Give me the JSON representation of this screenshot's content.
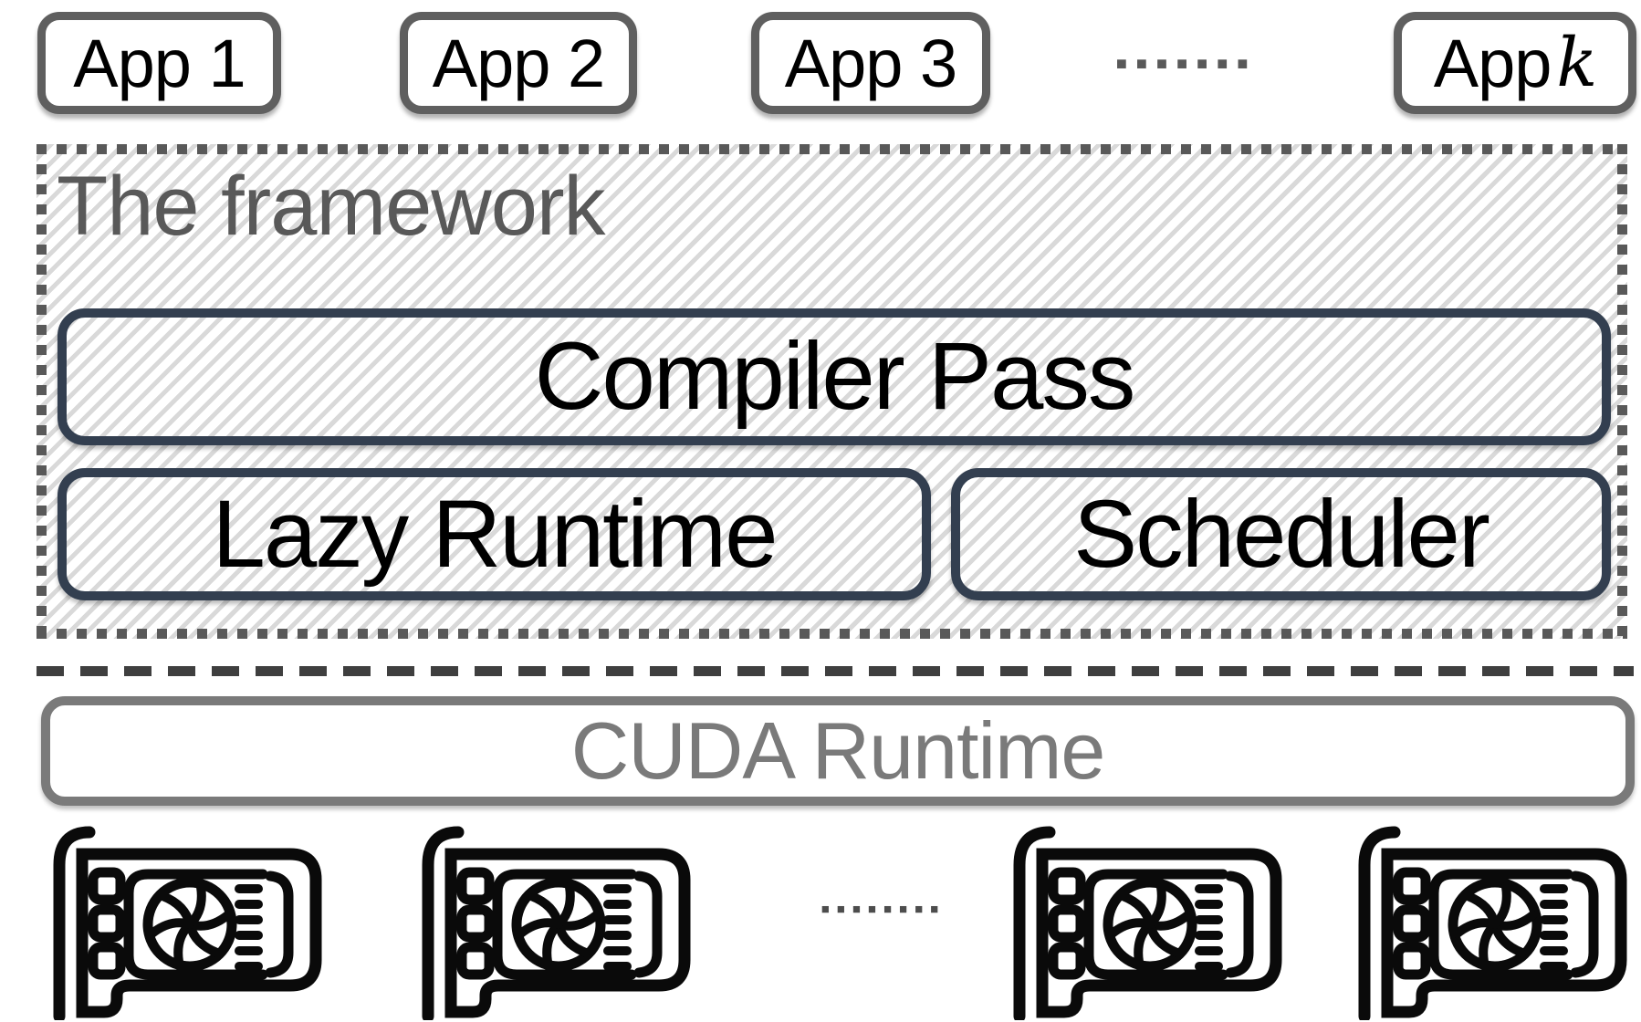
{
  "apps": {
    "items": [
      "App 1",
      "App 2",
      "App 3"
    ],
    "app_k_prefix": "App",
    "app_k_suffix": "k",
    "ellipsis": "■■■■■■■"
  },
  "framework": {
    "label": "The framework",
    "compiler_pass": "Compiler Pass",
    "lazy_runtime": "Lazy Runtime",
    "scheduler": "Scheduler"
  },
  "cuda_runtime": "CUDA Runtime",
  "gpu_row": {
    "gpu_count": 4,
    "ellipsis": "■■■■■■■■"
  },
  "colors": {
    "app_box_border": "#5f5f5f",
    "framework_dotted_border": "#595959",
    "framework_label_text": "#595959",
    "hatch_stripe": "#d9d9d9",
    "inner_box_border": "#333f50",
    "inner_box_text": "#000000",
    "dashed_separator": "#3f3f3f",
    "cuda_border_and_text": "#7a7a7a",
    "gpu_icon_stroke": "#0a0a0a"
  }
}
